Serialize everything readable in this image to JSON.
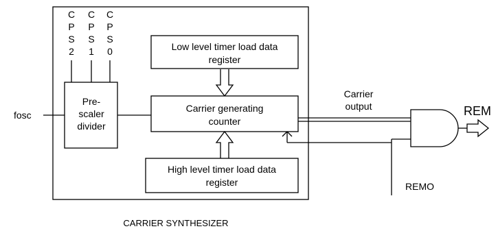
{
  "diagram": {
    "caption": "CARRIER SYNTHESIZER",
    "input_label": "fosc",
    "prescaler_label_lines": [
      "Pre-",
      "scaler",
      "divider"
    ],
    "cps_bits": [
      {
        "chars": [
          "C",
          "P",
          "S",
          "2"
        ]
      },
      {
        "chars": [
          "C",
          "P",
          "S",
          "1"
        ]
      },
      {
        "chars": [
          "C",
          "P",
          "S",
          "0"
        ]
      }
    ],
    "low_register_lines": [
      "Low level timer load data",
      "register"
    ],
    "counter_lines": [
      "Carrier generating",
      "counter"
    ],
    "high_register_lines": [
      "High level timer load data",
      "register"
    ],
    "carrier_output_lines": [
      "Carrier",
      "output"
    ],
    "output_label": "REM",
    "remo_label": "REMO"
  }
}
